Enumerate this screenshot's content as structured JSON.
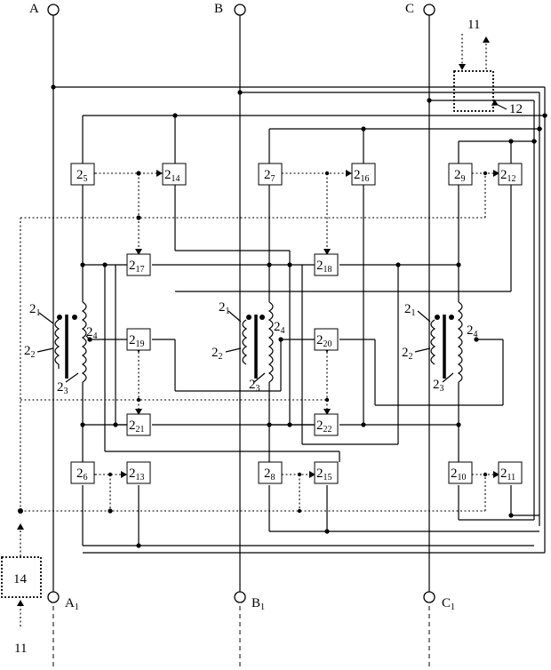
{
  "phases": {
    "top": [
      "A",
      "B",
      "C"
    ],
    "bottom_main": [
      "A",
      "B",
      "C"
    ],
    "bottom_sub": "1"
  },
  "unit_main": "2",
  "unit_subs": [
    "5",
    "14",
    "7",
    "16",
    "9",
    "12",
    "17",
    "18",
    "19",
    "20",
    "21",
    "22",
    "6",
    "13",
    "8",
    "15",
    "10",
    "11"
  ],
  "winding": {
    "main": "2",
    "subs": [
      "1",
      "2",
      "3",
      "4"
    ]
  },
  "control": {
    "input_label": "11",
    "unit_12_label": "12",
    "unit_14_label": "14"
  }
}
